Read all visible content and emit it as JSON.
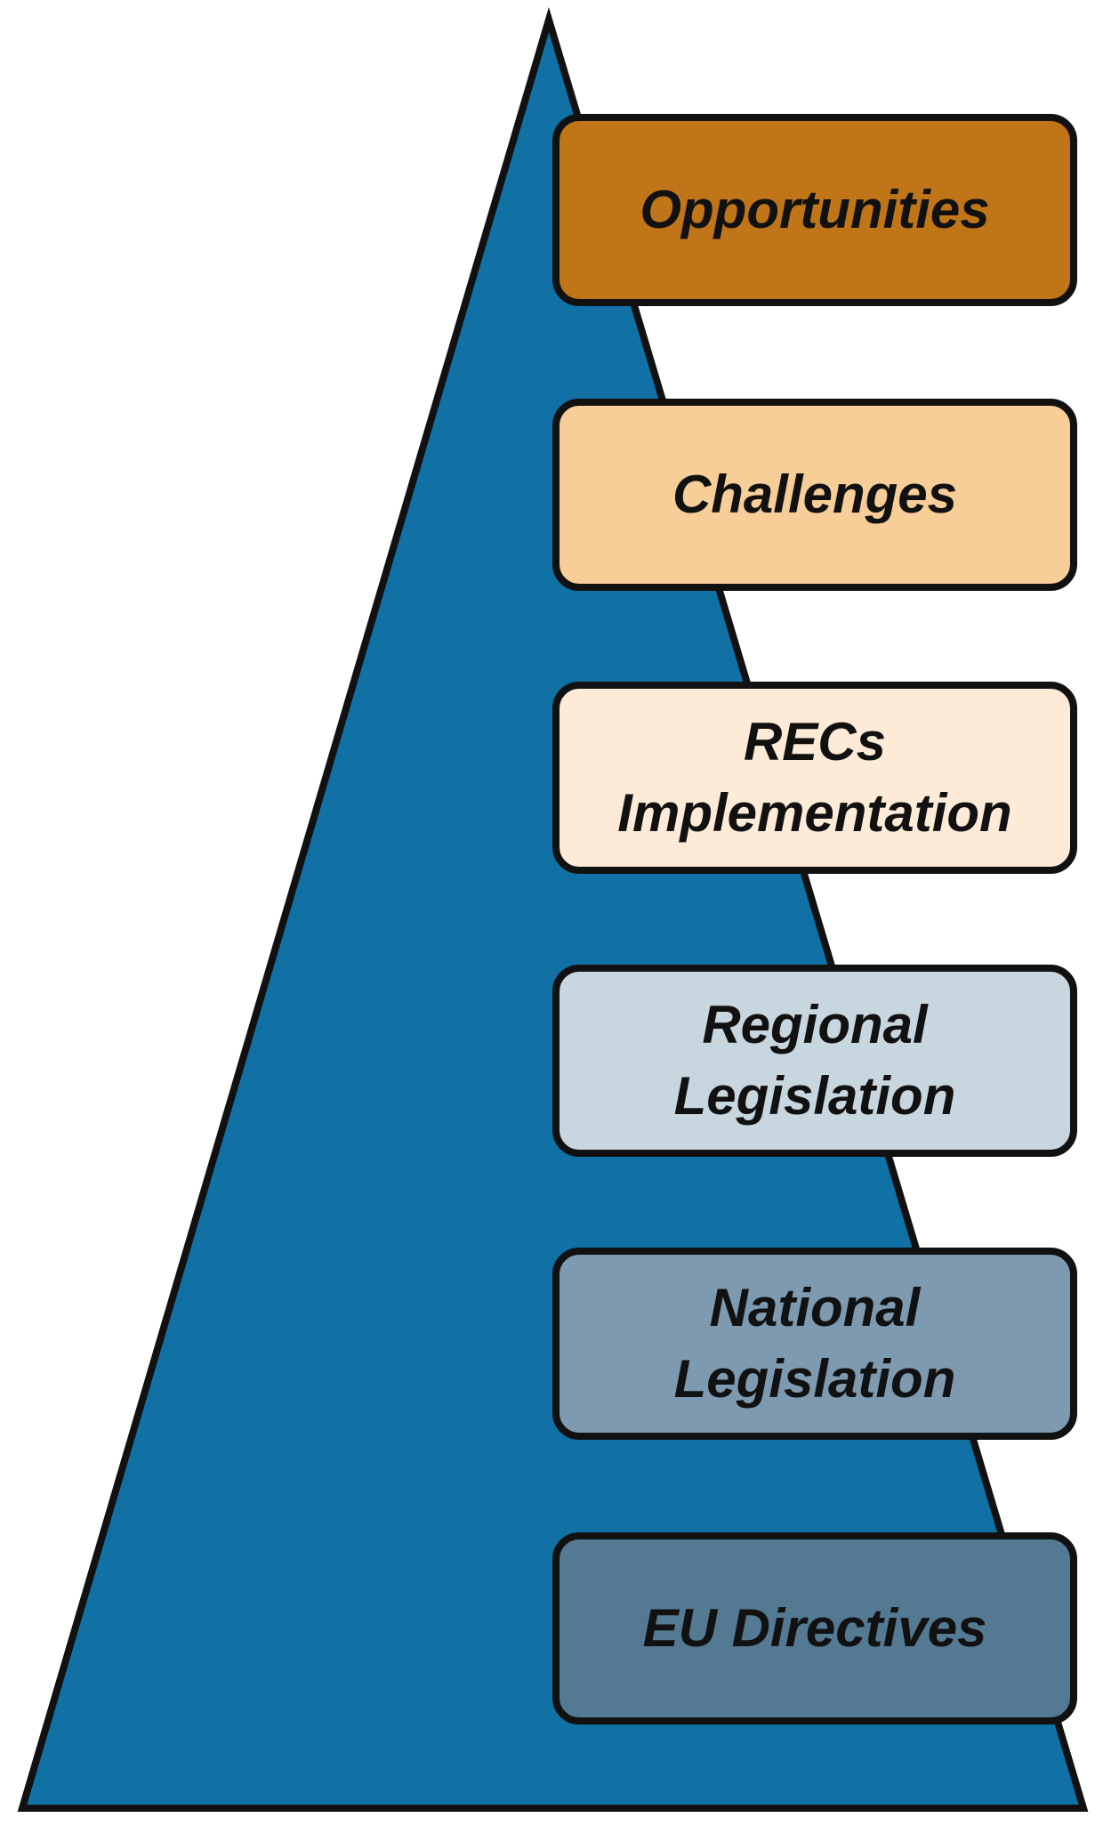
{
  "diagram": {
    "type": "pyramid-with-stacked-levels",
    "pyramid_color": "#1170a4",
    "outline_color": "#111111",
    "levels": [
      {
        "label": "Opportunities",
        "fill": "#c07518"
      },
      {
        "label": "Challenges",
        "fill": "#f7cd98"
      },
      {
        "label": "RECs\nImplementation",
        "fill": "#fdebd7"
      },
      {
        "label": "Regional\nLegislation",
        "fill": "#c8d6df"
      },
      {
        "label": "National\nLegislation",
        "fill": "#7d9ab0"
      },
      {
        "label": "EU Directives",
        "fill": "#537993"
      }
    ]
  }
}
